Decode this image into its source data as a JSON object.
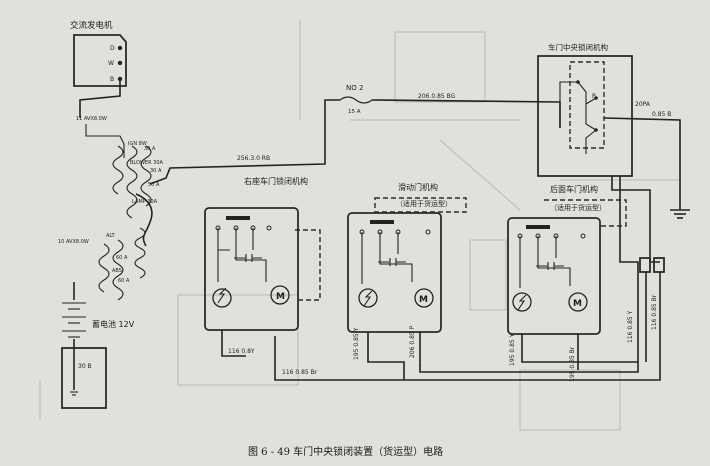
{
  "caption": "图 6 - 49  车门中央锁闭装置（货运型）电路",
  "components": {
    "alternator": {
      "title": "交流发电机",
      "pins": [
        "D",
        "W",
        "B"
      ]
    },
    "battery": {
      "title": "蓄电池 12V"
    },
    "fusebox_label": "30 B",
    "fuse": {
      "title": "NO 2",
      "rating": "15 A"
    },
    "right_rear_lock": {
      "title": "右座车门锁闭机构"
    },
    "sliding_door_lock": {
      "title": "滑动门机构",
      "note": "（适用于货运型）"
    },
    "rear_door_lock": {
      "title": "后面车门机构",
      "note": "（适用于货运型）"
    },
    "central_lock": {
      "title": "车门中央锁闭机构",
      "connector": "20PA",
      "wire": "0.85 B"
    }
  },
  "wires": {
    "alt_b": "11 AVX8.0W",
    "alt_v": "10 AVX8.0W",
    "feed": "256.3.0 RB",
    "fuse_out": "206.0.85 BG",
    "rr_m": "116 0.8Y",
    "common": "116 0.85 Br",
    "sd_a": "195 0.85 Y",
    "sd_b": "206 0.85 P",
    "rd_a": "195 0.85 Y",
    "rd_b": "195 0.85 Br",
    "cl_a": "116 0.85 Y",
    "cl_b": "116 0.85 Br"
  },
  "fusebox": {
    "fuses": [
      "IGN 8W",
      "30 A",
      "BLOWER 30A",
      "30 A",
      "50 A",
      "LAMP 30A",
      "ALT",
      "60 A",
      "ABS",
      "60 A"
    ]
  }
}
